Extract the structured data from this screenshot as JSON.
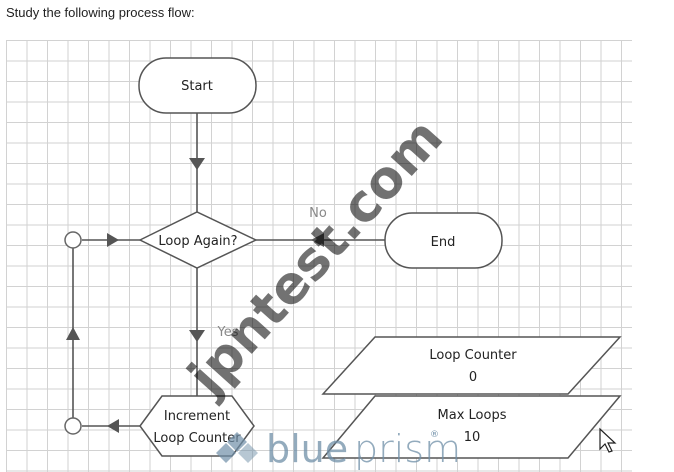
{
  "question": "Study the following process flow:",
  "stages": {
    "start": "Start",
    "decision": "Loop Again?",
    "end": "End",
    "increment_line1": "Increment",
    "increment_line2": "Loop Counter",
    "loop_counter_name": "Loop Counter",
    "loop_counter_value": "0",
    "max_loops_name": "Max Loops",
    "max_loops_value": "10"
  },
  "branches": {
    "no": "No",
    "yes": "Yes"
  },
  "watermark": "jpntest.com",
  "brand": {
    "text_part1": "blue",
    "text_part2": "prism",
    "mark": "®"
  },
  "icons": [
    "mouse-cursor-icon"
  ]
}
